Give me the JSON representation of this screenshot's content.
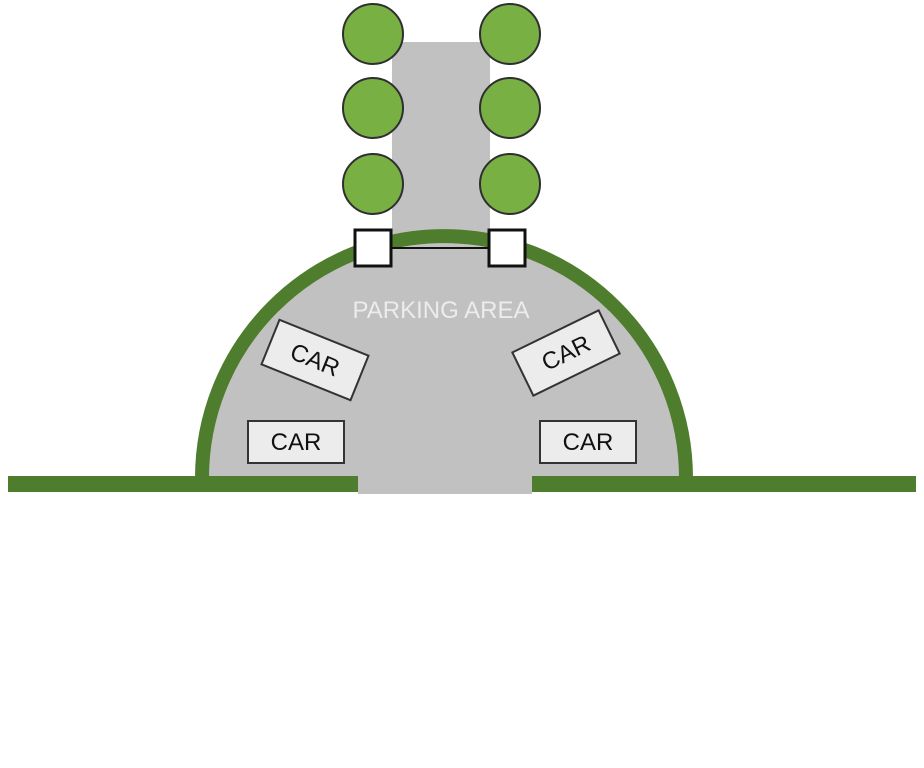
{
  "diagram": {
    "area_label": "PARKING AREA",
    "cars": [
      {
        "label": "CAR"
      },
      {
        "label": "CAR"
      },
      {
        "label": "CAR"
      },
      {
        "label": "CAR"
      }
    ],
    "trees": {
      "count_per_side": 3
    },
    "gate": {
      "posts": 2
    }
  },
  "colors": {
    "hedge": "#4e7d2d",
    "tree_fill": "#78b043",
    "tree_stroke": "#2f2f2f",
    "paving": "#c1c1c1",
    "area_label": "#ececec",
    "car_fill": "#ececec",
    "car_stroke": "#333333",
    "car_text": "#111111",
    "post_fill": "#ffffff",
    "post_stroke": "#111111"
  }
}
